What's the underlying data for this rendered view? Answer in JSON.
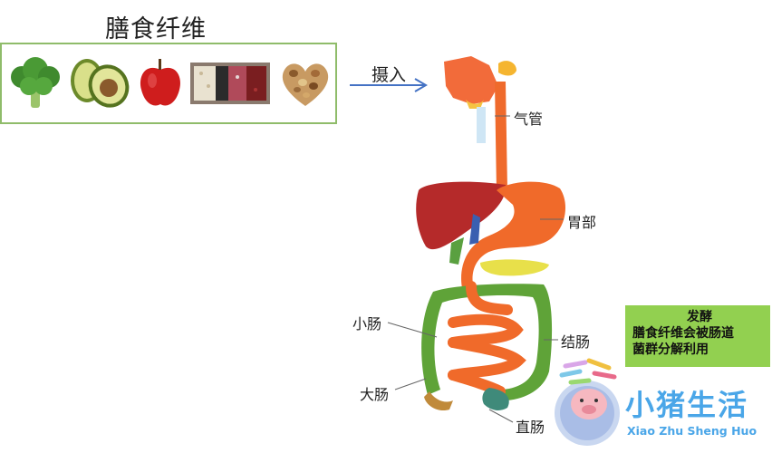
{
  "title": "膳食纤维",
  "foods": [
    {
      "icon": "broccoli-icon"
    },
    {
      "icon": "avocado-icon"
    },
    {
      "icon": "apple-icon"
    },
    {
      "icon": "beans-icon"
    },
    {
      "icon": "nuts-heart-icon"
    }
  ],
  "intake_label": "摄入",
  "organ_labels": {
    "trachea": "气管",
    "stomach": "胃部",
    "small_intestine": "小肠",
    "colon": "结肠",
    "large_intestine": "大肠",
    "rectum": "直肠"
  },
  "ferment": {
    "title": "发酵",
    "line1": "膳食纤维会被肠道",
    "line2": "菌群分解利用"
  },
  "brand": {
    "name_cn": "小猪生活",
    "name_en": "Xiao Zhu Sheng Huo"
  },
  "colors": {
    "box_border": "#8fbc6a",
    "ferment_bg": "#92d050",
    "arrow": "#4472c4",
    "brand": "#4aa6e8",
    "esophagus": "#ef6a2c",
    "liver": "#b52a2a",
    "large_intestine": "#5fa338"
  }
}
